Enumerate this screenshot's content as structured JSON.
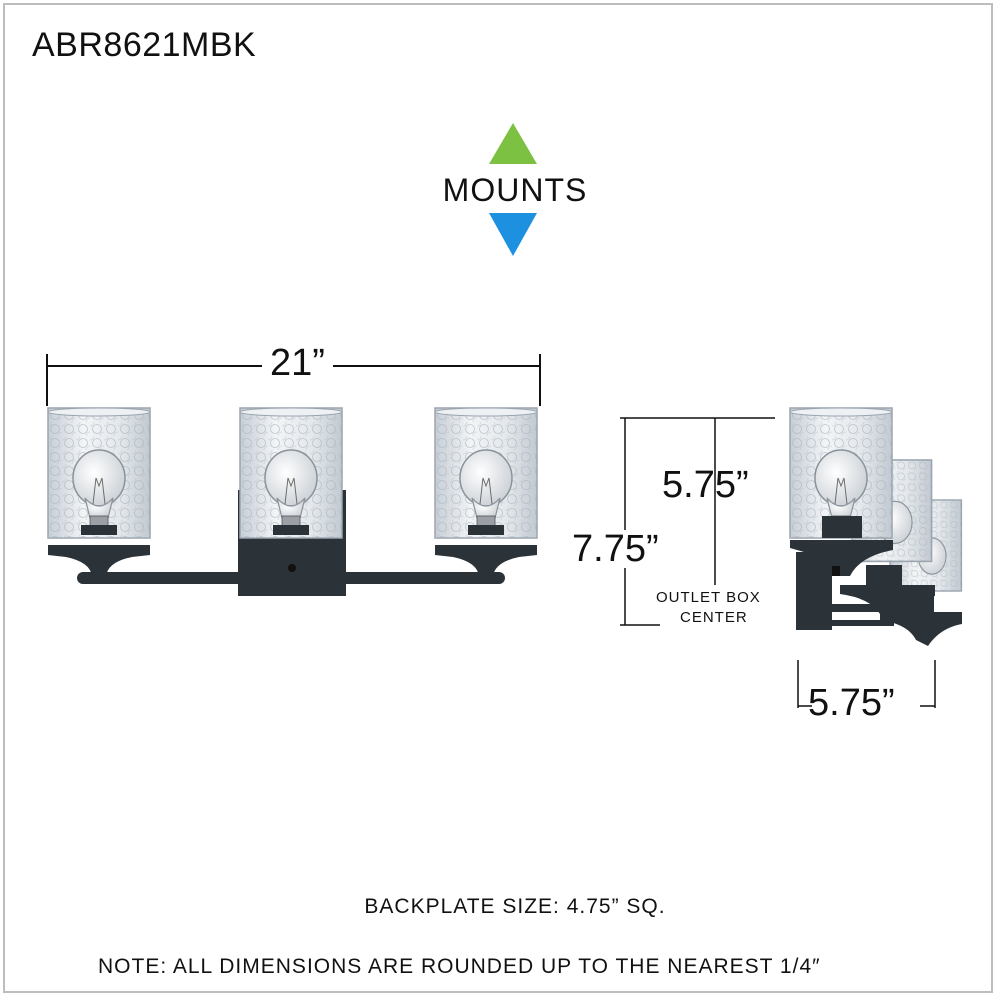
{
  "model_number": "ABR8621MBK",
  "mounts": {
    "label": "MOUNTS",
    "up_color": "#7cc142",
    "down_color": "#1e90e0"
  },
  "dimensions": {
    "width": "21”",
    "height": "7.75”",
    "center_to_top": "5.75”",
    "extension": "5.75”",
    "outlet_line1": "OUTLET BOX",
    "outlet_line2": "CENTER"
  },
  "backplate": "BACKPLATE SIZE: 4.75” SQ.",
  "note": "NOTE:  ALL DIMENSIONS ARE ROUNDED UP TO THE NEAREST  1/4″",
  "colors": {
    "fixture": "#2b3238",
    "glass": "#d6dce2",
    "line": "#111111"
  }
}
